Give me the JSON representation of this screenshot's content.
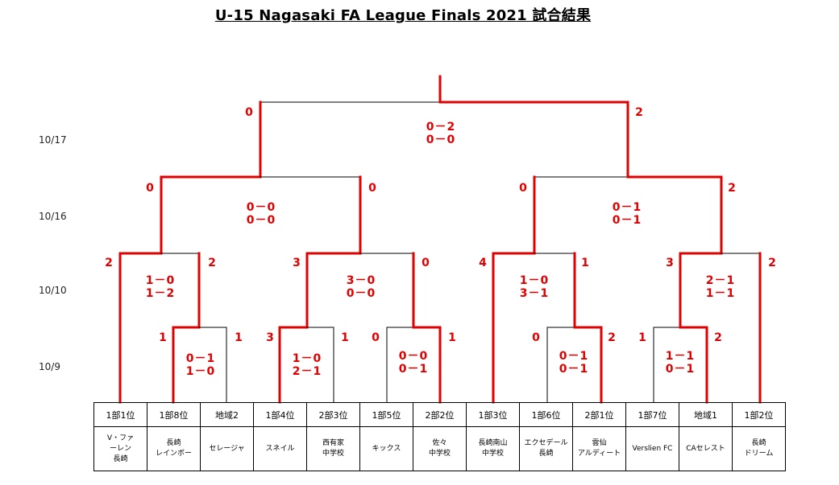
{
  "title": "U-15 Nagasaki FA League Finals 2021  試合結果",
  "dates": [
    "10/17",
    "10/16",
    "10/10",
    "10/9"
  ],
  "teams": [
    {
      "rank": "1部1位",
      "name": "V・ファ\nーレン\n長崎"
    },
    {
      "rank": "1部8位",
      "name": "長崎\nレインボー"
    },
    {
      "rank": "地域2",
      "name": "セレージャ"
    },
    {
      "rank": "1部4位",
      "name": "スネイル"
    },
    {
      "rank": "2部3位",
      "name": "西有家\n中学校"
    },
    {
      "rank": "1部5位",
      "name": "キックス"
    },
    {
      "rank": "2部2位",
      "name": "佐々\n中学校"
    },
    {
      "rank": "1部3位",
      "name": "長崎南山\n中学校"
    },
    {
      "rank": "1部6位",
      "name": "エクセデール\n長崎"
    },
    {
      "rank": "2部1位",
      "name": "雲仙\nアルディート"
    },
    {
      "rank": "1部7位",
      "name": "Verslien FC"
    },
    {
      "rank": "地域1",
      "name": "CAセレスト"
    },
    {
      "rank": "1部2位",
      "name": "長崎\nドリーム"
    }
  ],
  "matches": [
    {
      "round": "10/9",
      "left_score": "1",
      "right_score": "1",
      "result": "0－1\n1－0"
    },
    {
      "round": "10/9",
      "left_score": "3",
      "right_score": "1",
      "result": "1－0\n2－1"
    },
    {
      "round": "10/9",
      "left_score": "0",
      "right_score": "1",
      "result": "0－0\n0－1"
    },
    {
      "round": "10/9",
      "left_score": "0",
      "right_score": "2",
      "result": "0－1\n0－1"
    },
    {
      "round": "10/9",
      "left_score": "1",
      "right_score": "2",
      "result": "1－1\n0－1"
    },
    {
      "round": "10/10",
      "left_score": "2",
      "right_score": "2",
      "result": "1－0\n1－2"
    },
    {
      "round": "10/10",
      "left_score": "3",
      "right_score": "0",
      "result": "3－0\n0－0"
    },
    {
      "round": "10/10",
      "left_score": "4",
      "right_score": "1",
      "result": "1－0\n3－1"
    },
    {
      "round": "10/10",
      "left_score": "3",
      "right_score": "2",
      "result": "2－1\n1－1"
    },
    {
      "round": "10/16",
      "left_score": "0",
      "right_score": "0",
      "result": "0－0\n0－0"
    },
    {
      "round": "10/16",
      "left_score": "0",
      "right_score": "2",
      "result": "0－1\n0－1"
    },
    {
      "round": "10/17",
      "left_score": "0",
      "right_score": "2",
      "result": "0－2\n0－0"
    }
  ],
  "colors": {
    "winner_path": "#e00000",
    "bracket_line": "#000000",
    "text": "#000000"
  }
}
